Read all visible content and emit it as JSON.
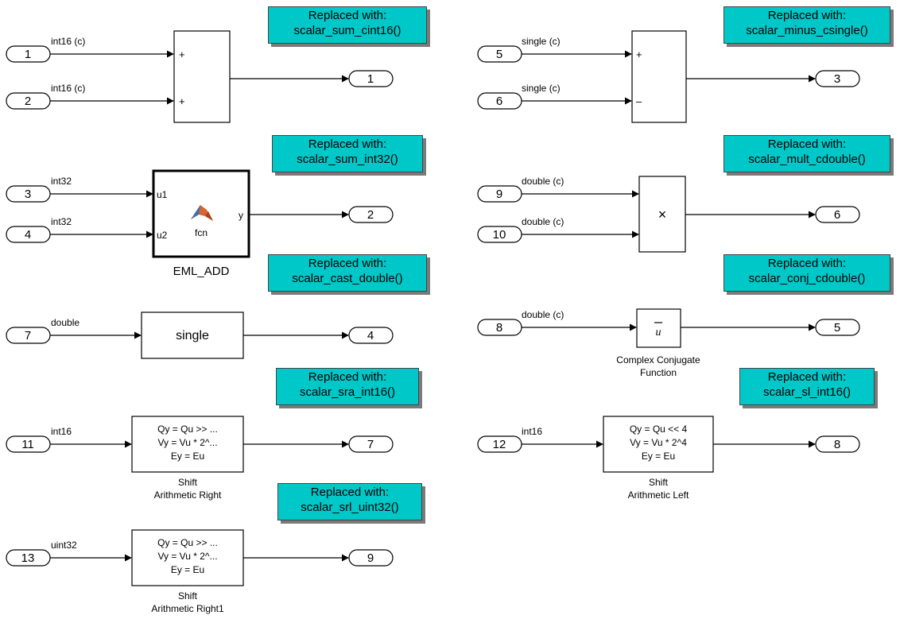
{
  "annotations": [
    {
      "line1": "Replaced with:",
      "line2": "scalar_sum_cint16()"
    },
    {
      "line1": "Replaced with:",
      "line2": "scalar_minus_csingle()"
    },
    {
      "line1": "Replaced with:",
      "line2": "scalar_sum_int32()"
    },
    {
      "line1": "Replaced with:",
      "line2": "scalar_mult_cdouble()"
    },
    {
      "line1": "Replaced with:",
      "line2": "scalar_cast_double()"
    },
    {
      "line1": "Replaced with:",
      "line2": "scalar_conj_cdouble()"
    },
    {
      "line1": "Replaced with:",
      "line2": "scalar_sra_int16()"
    },
    {
      "line1": "Replaced with:",
      "line2": "scalar_sl_int16()"
    },
    {
      "line1": "Replaced with:",
      "line2": "scalar_srl_uint32()"
    }
  ],
  "inports": [
    "1",
    "2",
    "3",
    "4",
    "7",
    "11",
    "13",
    "5",
    "6",
    "9",
    "10",
    "8",
    "12"
  ],
  "outports": [
    "1",
    "2",
    "4",
    "7",
    "9",
    "3",
    "6",
    "5",
    "8"
  ],
  "signals": {
    "s1": "int16 (c)",
    "s2": "int16 (c)",
    "s3": "int32",
    "s4": "int32",
    "s7": "double",
    "s11": "int16",
    "s13": "uint32",
    "s5": "single (c)",
    "s6": "single (c)",
    "s9": "double (c)",
    "s10": "double (c)",
    "s8": "double (c)",
    "s12": "int16"
  },
  "blocks": {
    "sum1": {
      "port_a": "+",
      "port_b": "+"
    },
    "sum2": {
      "port_a": "+",
      "port_b": "–"
    },
    "eml": {
      "in1": "u1",
      "in2": "u2",
      "out": "y",
      "body": "fcn",
      "name": "EML_ADD"
    },
    "convert": {
      "label": "single"
    },
    "product": {
      "symbol": "×"
    },
    "conj": {
      "symbol": "u",
      "name_line1": "Complex Conjugate",
      "name_line2": "Function"
    },
    "sra": {
      "l1": "Qy = Qu >> ...",
      "l2": "Vy = Vu * 2^...",
      "l3": "Ey = Eu",
      "name_line1": "Shift",
      "name_line2": "Arithmetic Right"
    },
    "srl": {
      "l1": "Qy = Qu >> ...",
      "l2": "Vy = Vu * 2^...",
      "l3": "Ey = Eu",
      "name_line1": "Shift",
      "name_line2": "Arithmetic Right1"
    },
    "sl": {
      "l1": "Qy = Qu << 4",
      "l2": "Vy = Vu * 2^4",
      "l3": "Ey = Eu",
      "name_line1": "Shift",
      "name_line2": "Arithmetic Left"
    }
  },
  "colors": {
    "annotation_bg": "#00c8c8",
    "matlab_icon": "#d9652b"
  }
}
